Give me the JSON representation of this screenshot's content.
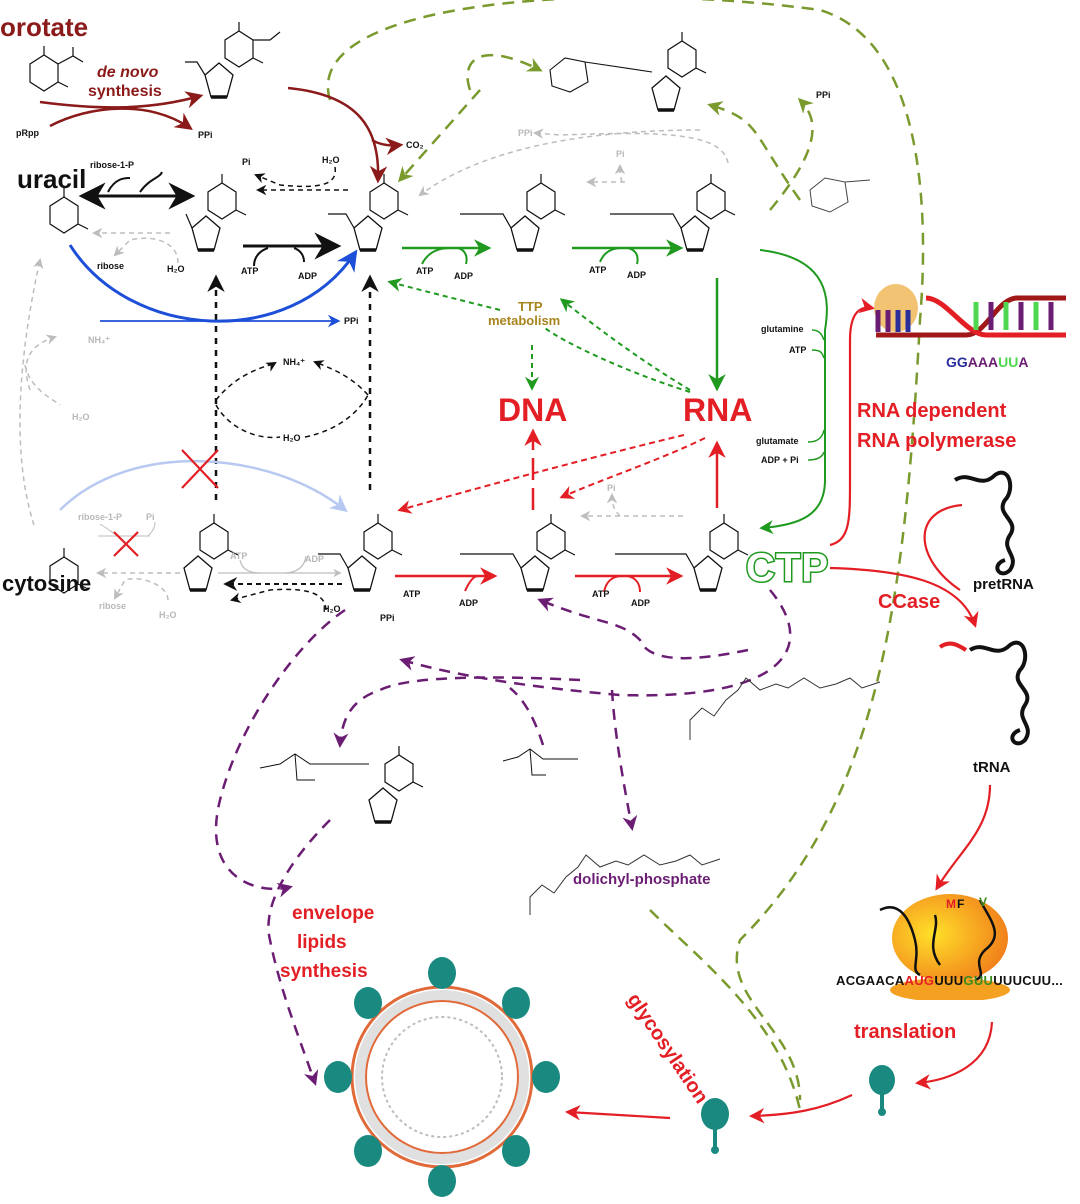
{
  "title_labels": {
    "orotate": "orotate",
    "de_novo": "de novo",
    "synthesis": "synthesis",
    "uracil": "uracil",
    "cytosine": "cytosine",
    "dna": "DNA",
    "rna": "RNA",
    "ctp": "CTP",
    "ttp_metabolism_line1": "TTP",
    "ttp_metabolism_line2": "metabolism",
    "rdrp_line1": "RNA dependent",
    "rdrp_line2": "RNA polymerase",
    "pretrna": "pretRNA",
    "ccase": "CCase",
    "trna": "tRNA",
    "translation": "translation",
    "glycosylation": "glycosylation",
    "envelope_line1": "envelope",
    "envelope_line2": "lipids",
    "envelope_line3": "synthesis",
    "dolichyl_phosphate": "dolichyl-phosphate"
  },
  "small_labels": {
    "prpp": "pRpp",
    "ppi_top": "PPi",
    "co2": "CO₂",
    "ribose1p_top": "ribose-1-P",
    "pi_top": "Pi",
    "h2o_top": "H₂O",
    "ribose_top": "ribose",
    "h2o_uracil": "H₂O",
    "atp_uridine": "ATP",
    "adp_uridine": "ADP",
    "ppi_blue": "PPi",
    "nh4_gray": "NH₄⁺",
    "h2o_gray": "H₂O",
    "nh4_mid": "NH₄⁺",
    "h2o_mid": "H₂O",
    "ribose1p_cyt": "ribose-1-P",
    "pi_cyt": "Pi",
    "atp_cyt_gray": "ATP",
    "adp_cyt_gray": "ADP",
    "ribose_cyt": "ribose",
    "h2o_cyt": "H₂O",
    "h2o_cmp": "H₂O",
    "ppi_cmp": "PPi",
    "atp_ump": "ATP",
    "adp_ump": "ADP",
    "atp_udp": "ATP",
    "adp_udp": "ADP",
    "ppi_gray_top": "PPi",
    "pi_gray_top": "Pi",
    "ppi_udpglc": "PPi",
    "glutamine": "glutamine",
    "atp_ctps": "ATP",
    "glutamate": "glutamate",
    "adp_pi": "ADP + Pi",
    "atp_cmp": "ATP",
    "adp_cmp": "ADP",
    "atp_cdp": "ATP",
    "adp_cdp": "ADP",
    "pi_gray_cdp": "Pi"
  },
  "rdrp_sequence": [
    {
      "text": "GG",
      "color": "#2b2f9c"
    },
    {
      "text": "AAA",
      "color": "#6b1d73"
    },
    {
      "text": "UU",
      "color": "#4fd84f"
    },
    {
      "text": "A",
      "color": "#6b1d73"
    }
  ],
  "mrna_sequence": [
    {
      "text": "ACGAACA",
      "cls": ""
    },
    {
      "text": "AUG",
      "cls": "r"
    },
    {
      "text": "UUU",
      "cls": ""
    },
    {
      "text": "GUU",
      "cls": "g"
    },
    {
      "text": "UUUCUU...",
      "cls": ""
    }
  ],
  "ribosome_aa": {
    "m": "M",
    "f": "F",
    "v": "V"
  },
  "colors": {
    "darkred": "#8b1a1a",
    "red": "#e31e24",
    "green": "#1f9a1f",
    "olive": "#7a9a2e",
    "purple": "#6b1d73",
    "blue": "#1d4fd8",
    "lightblue": "#b7c9f0",
    "gray": "#bdbdbd",
    "teal": "#1a8a80"
  }
}
